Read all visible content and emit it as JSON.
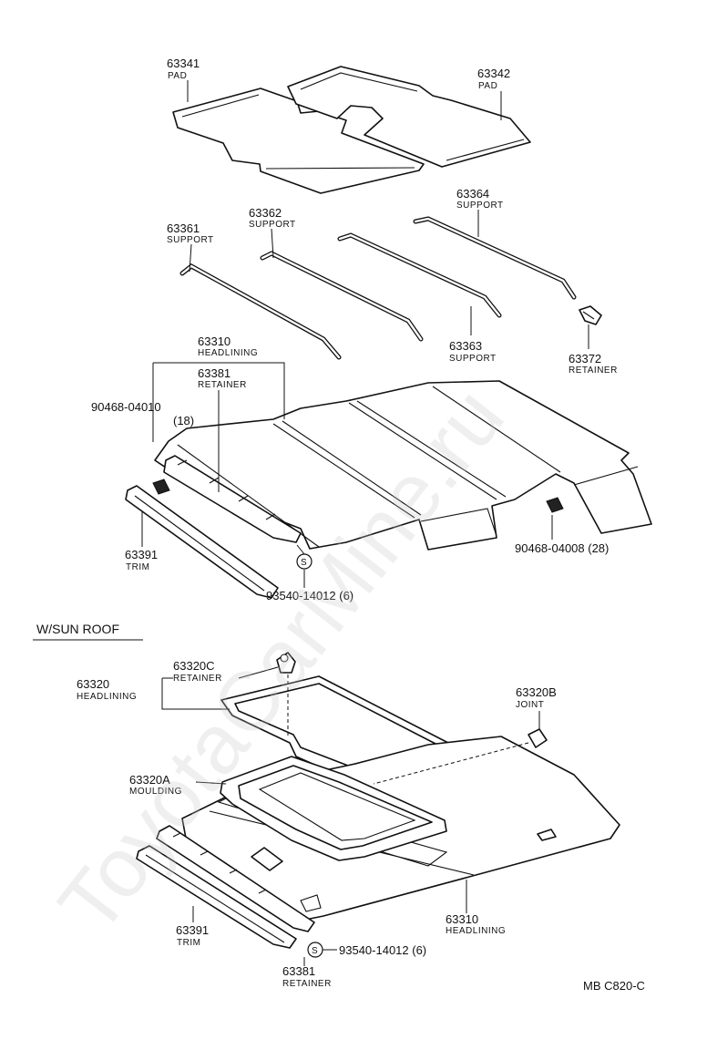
{
  "watermark": "ToyotaCarMine.ru",
  "section_label": "W/SUN ROOF",
  "drawing_code": "MB C820-C",
  "callouts": {
    "p63341": {
      "num": "63341",
      "name": "PAD"
    },
    "p63342": {
      "num": "63342",
      "name": "PAD"
    },
    "p63361": {
      "num": "63361",
      "name": "SUPPORT"
    },
    "p63362": {
      "num": "63362",
      "name": "SUPPORT"
    },
    "p63364": {
      "num": "63364",
      "name": "SUPPORT"
    },
    "p63363": {
      "num": "63363",
      "name": "SUPPORT"
    },
    "p63372": {
      "num": "63372",
      "name": "RETAINER"
    },
    "p63310a": {
      "num": "63310",
      "name": "HEADLINING"
    },
    "p63381a": {
      "num": "63381",
      "name": "RETAINER"
    },
    "p9046804010": {
      "num": "90468-04010",
      "qty": "(18)"
    },
    "p63391a": {
      "num": "63391",
      "name": "TRIM"
    },
    "p9354014012a": {
      "num": "93540-14012 (6)"
    },
    "p9046804008": {
      "num": "90468-04008 (28)"
    },
    "p63320c": {
      "num": "63320C",
      "name": "RETAINER"
    },
    "p63320": {
      "num": "63320",
      "name": "HEADLINING"
    },
    "p63320b": {
      "num": "63320B",
      "name": "JOINT"
    },
    "p63320a": {
      "num": "63320A",
      "name": "MOULDING"
    },
    "p63310b": {
      "num": "63310",
      "name": "HEADLINING"
    },
    "p63391b": {
      "num": "63391",
      "name": "TRIM"
    },
    "p9354014012b": {
      "num": "93540-14012 (6)"
    },
    "p63381b": {
      "num": "63381",
      "name": "RETAINER"
    }
  },
  "screw_symbol": "S"
}
